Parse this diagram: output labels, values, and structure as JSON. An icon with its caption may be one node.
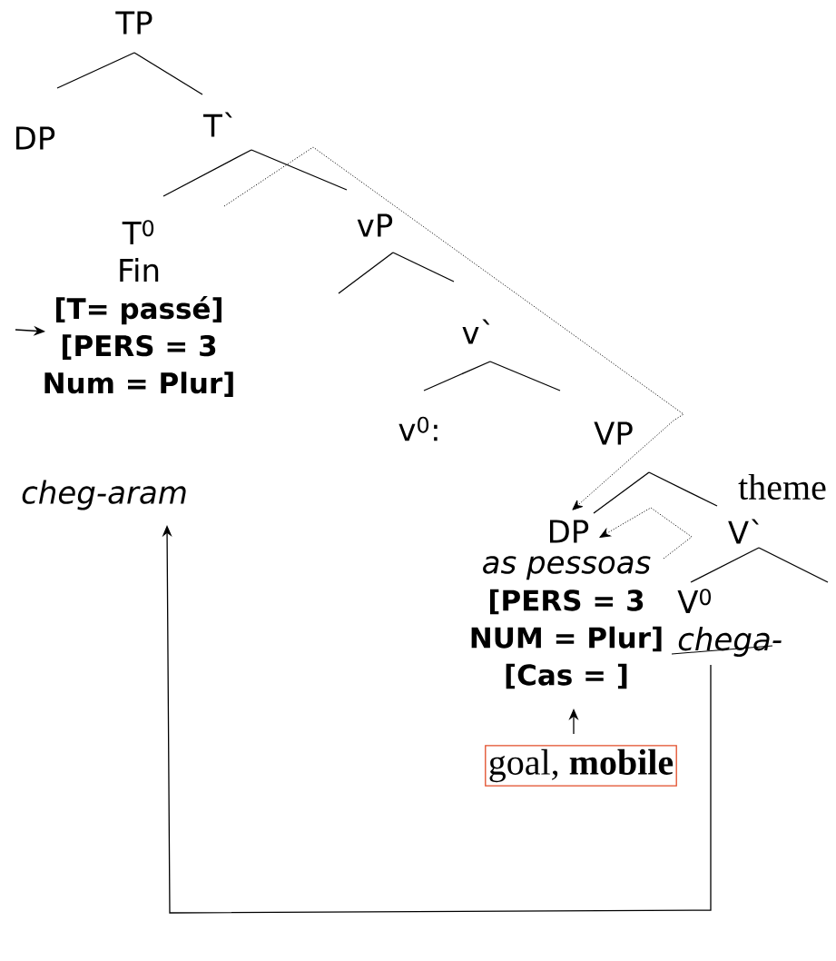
{
  "diagram": {
    "nodes": [
      {
        "text": [
          "TP"
        ]
      },
      {
        "text": [
          "DP"
        ]
      },
      {
        "text": [
          "T`"
        ]
      },
      {
        "text": [
          "T$^{0}$",
          "Fin",
          "[T= passé]",
          "[PERS = 3 Num = Plur]"
        ]
      },
      {
        "text": [
          "vP"
        ]
      },
      {
        "text": [
          "v`"
        ]
      },
      {
        "text": [
          "v$^{0}$:"
        ]
      },
      {
        "text": [
          "VP"
        ]
      },
      {
        "text": [
          "cheg-aram"
        ]
      },
      {
        "text": [
          "DP"
        ]
      },
      {
        "text": [
          "V`"
        ]
      },
      {
        "text": [
          "as pessoas",
          "[PERS = 3 NUM = Plur]",
          "[Cas = ]"
        ]
      },
      {
        "text": [
          "V$^{0}$",
          "chega-"
        ]
      },
      {
        "text": [
          "goal, **mobile**"
        ]
      }
    ],
    "edges": [
      {
        "from": 0,
        "to": 1,
        "arrow": "none"
      },
      {
        "from": 0,
        "to": 2,
        "arrow": "none"
      },
      {
        "from": 2,
        "to": 3,
        "arrow": "none"
      },
      {
        "from": 2,
        "to": 4,
        "arrow": "none"
      },
      {
        "from": 4,
        "to": null,
        "arrow": "none"
      },
      {
        "from": 4,
        "to": 5,
        "arrow": "none"
      },
      {
        "from": 5,
        "to": 6,
        "arrow": "none"
      },
      {
        "from": 5,
        "to": 7,
        "arrow": "none"
      },
      {
        "from": 7,
        "to": 9,
        "arrow": "none"
      },
      {
        "from": 7,
        "to": 10,
        "arrow": "none"
      },
      {
        "from": 10,
        "to": 12,
        "arrow": "none"
      },
      {
        "from": 10,
        "to": null,
        "arrow": "none"
      },
      {
        "from": 3,
        "to": 9,
        "arrow": "to",
        "style": "dashed"
      },
      {
        "from": 11,
        "to": 9,
        "arrow": "to",
        "style": "dashed"
      },
      {
        "from": 12,
        "to": 8,
        "arrow": "to"
      },
      {
        "from": 13,
        "to": 11,
        "arrow": "to"
      },
      {
        "from": null,
        "to": 3,
        "arrow": "to"
      }
    ],
    "labels": [
      "theme"
    ]
  }
}
